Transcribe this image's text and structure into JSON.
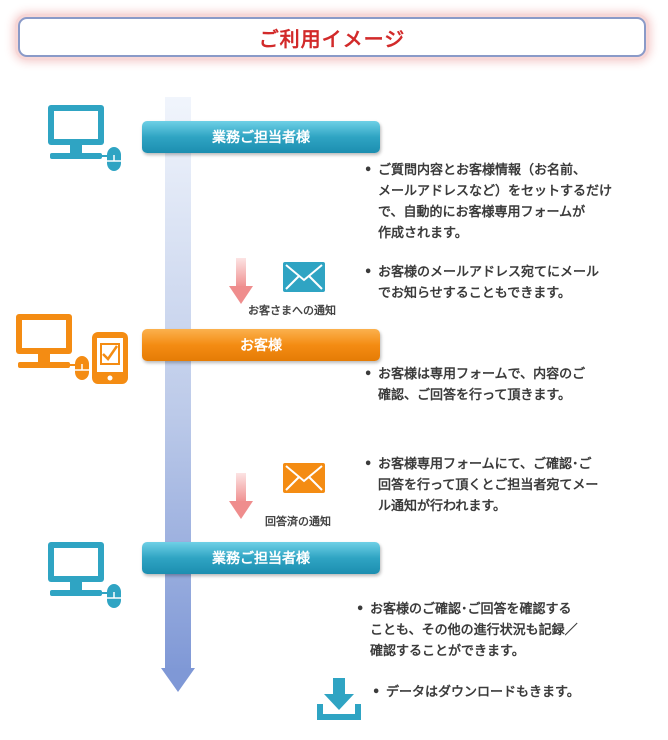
{
  "title": "ご利用イメージ",
  "stages": [
    {
      "label": "業務ご担当者様",
      "color": "#2fa4c3"
    },
    {
      "label": "お客様",
      "color": "#f48c13"
    },
    {
      "label": "業務ご担当者様",
      "color": "#2fa4c3"
    }
  ],
  "notifications": [
    {
      "caption": "お客さまへの通知",
      "icon": "mail-icon"
    },
    {
      "caption": "回答済の通知",
      "icon": "mail-icon"
    }
  ],
  "notes": [
    {
      "lines": [
        "ご質問内容とお客様情報（お名前、",
        "メールアドレスなど）をセットするだけ",
        "で、自動的にお客様専用フォームが",
        "作成されます。"
      ]
    },
    {
      "lines": [
        "お客様のメールアドレス宛てにメール",
        "でお知らせすることもできます。"
      ]
    },
    {
      "lines": [
        "お客様は専用フォームで、内容のご",
        "確認、ご回答を行って頂きます。"
      ]
    },
    {
      "lines": [
        "お客様専用フォームにて、ご確認･ご",
        "回答を行って頂くとご担当者宛てメー",
        "ル通知が行われます。"
      ]
    },
    {
      "lines": [
        "お客様のご確認･ご回答を確認する",
        "ことも、その他の進行状況も記録／",
        "確認することができます。"
      ]
    },
    {
      "lines": [
        "データはダウンロードもきます。"
      ]
    }
  ],
  "colors": {
    "title": "#d22a2a",
    "blue": "#2fa4c3",
    "orange": "#f48c13",
    "timeline": "#7f98d6"
  }
}
